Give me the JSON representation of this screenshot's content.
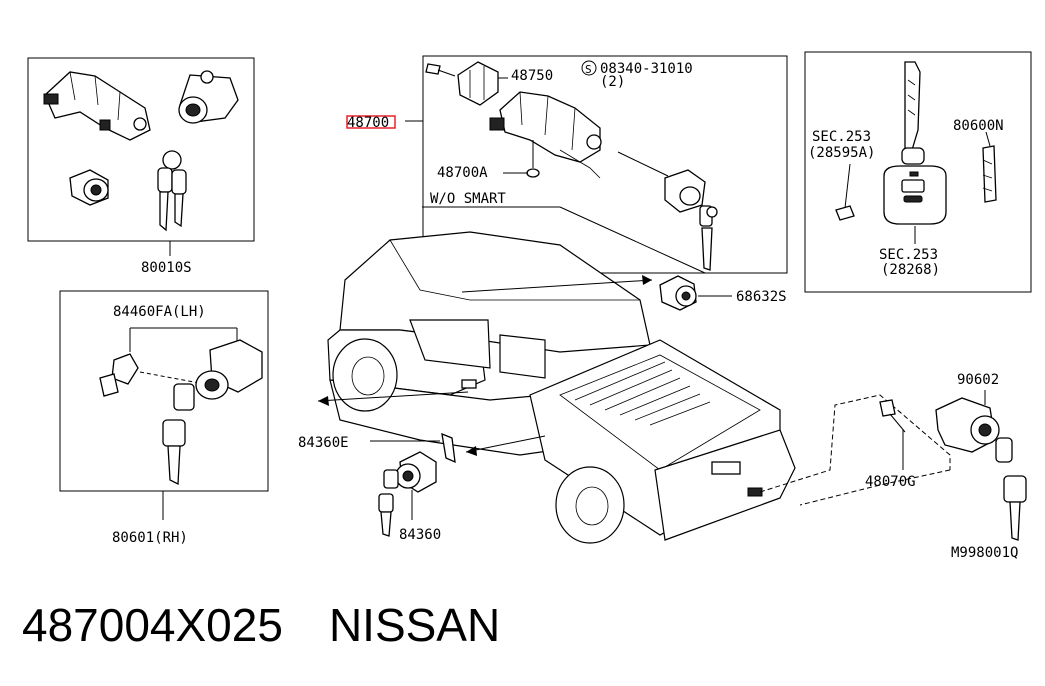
{
  "labels": {
    "l80010s": "80010S",
    "l48750": "48750",
    "l08340": "08340-31010",
    "l08340_qty": "(2)",
    "l48700": "48700",
    "l48700a": "48700A",
    "l_wo_smart": "W/O SMART",
    "l_sec253a": "SEC.253",
    "l_sec253a_sub": "(28595A)",
    "l80600n": "80600N",
    "l_sec253b": "SEC.253",
    "l_sec253b_sub": "(28268)",
    "l68632s": "68632S",
    "l84460fa": "84460FA(LH)",
    "l84360e": "84360E",
    "l84360": "84360",
    "l80601": "80601(RH)",
    "l90602": "90602",
    "l48070g": "48070G",
    "l_fig": "M998001Q",
    "symbol_s": "S"
  },
  "footer": {
    "part_number": "487004X025",
    "brand": "NISSAN"
  },
  "colors": {
    "highlight": "#e8202a",
    "ink": "#000000"
  }
}
